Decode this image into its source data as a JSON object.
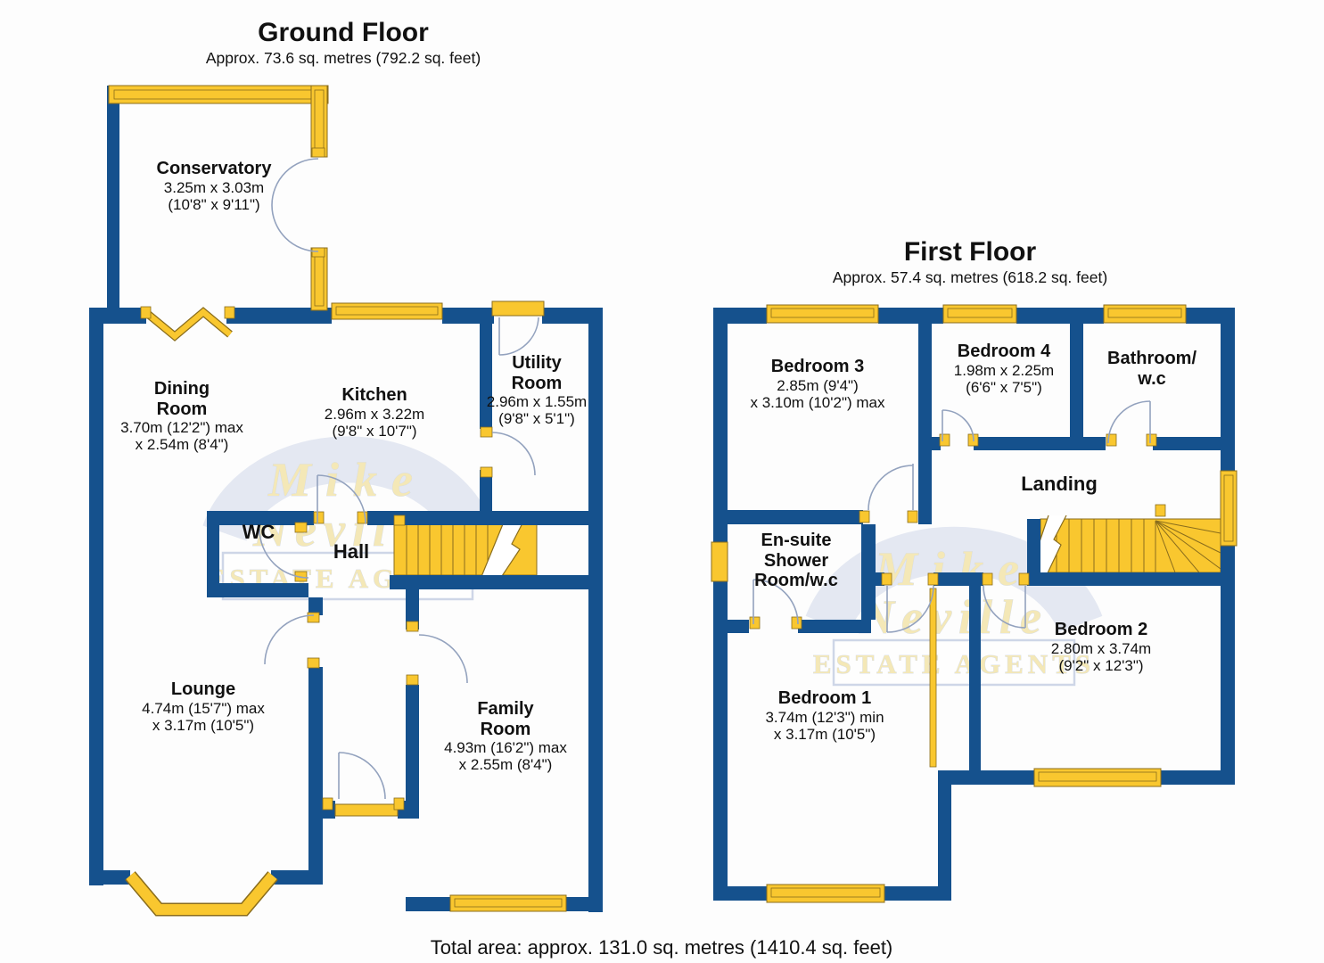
{
  "footer": {
    "total_area": "Total area: approx. 131.0 sq. metres (1410.4 sq. feet)"
  },
  "watermark": {
    "line1": "Mike",
    "line2": "Neville",
    "banner": "ESTATE AGENTS"
  },
  "colors": {
    "wall_blue": "#15518D",
    "feature_yellow": "#F9C72F",
    "feature_outline": "#8A6D1C",
    "door_arc": "#93A2BE",
    "watermark_band": "#CCD5E8",
    "watermark_text": "#F2E3A6"
  },
  "ground_floor": {
    "title": "Ground Floor",
    "subtitle": "Approx. 73.6 sq. metres (792.2 sq. feet)",
    "rooms": {
      "conservatory": {
        "name_lines": [
          "Conservatory"
        ],
        "dim_lines": [
          "3.25m x 3.03m",
          "(10'8\" x 9'11\")"
        ]
      },
      "dining_room": {
        "name_lines": [
          "Dining",
          "Room"
        ],
        "dim_lines": [
          "3.70m (12'2\") max",
          "x 2.54m (8'4\")"
        ]
      },
      "kitchen": {
        "name_lines": [
          "Kitchen"
        ],
        "dim_lines": [
          "2.96m x 3.22m",
          "(9'8\" x 10'7\")"
        ]
      },
      "utility_room": {
        "name_lines": [
          "Utility",
          "Room"
        ],
        "dim_lines": [
          "2.96m x 1.55m",
          "(9'8\" x 5'1\")"
        ]
      },
      "wc": {
        "name_lines": [
          "WC"
        ],
        "dim_lines": []
      },
      "hall": {
        "name_lines": [
          "Hall"
        ],
        "dim_lines": []
      },
      "lounge": {
        "name_lines": [
          "Lounge"
        ],
        "dim_lines": [
          "4.74m (15'7\") max",
          "x 3.17m (10'5\")"
        ]
      },
      "family_room": {
        "name_lines": [
          "Family",
          "Room"
        ],
        "dim_lines": [
          "4.93m (16'2\") max",
          "x 2.55m (8'4\")"
        ]
      }
    }
  },
  "first_floor": {
    "title": "First Floor",
    "subtitle": "Approx. 57.4 sq. metres (618.2 sq. feet)",
    "rooms": {
      "bedroom_3": {
        "name_lines": [
          "Bedroom 3"
        ],
        "dim_lines": [
          "2.85m (9'4\")",
          "x 3.10m (10'2\") max"
        ]
      },
      "bedroom_4": {
        "name_lines": [
          "Bedroom 4"
        ],
        "dim_lines": [
          "1.98m x 2.25m",
          "(6'6\" x 7'5\")"
        ]
      },
      "bathroom": {
        "name_lines": [
          "Bathroom/",
          "w.c"
        ],
        "dim_lines": []
      },
      "landing": {
        "name_lines": [
          "Landing"
        ],
        "dim_lines": []
      },
      "ensuite": {
        "name_lines": [
          "En-suite",
          "Shower",
          "Room/w.c"
        ],
        "dim_lines": []
      },
      "bedroom_1": {
        "name_lines": [
          "Bedroom 1"
        ],
        "dim_lines": [
          "3.74m (12'3\") min",
          "x 3.17m (10'5\")"
        ]
      },
      "bedroom_2": {
        "name_lines": [
          "Bedroom 2"
        ],
        "dim_lines": [
          "2.80m x 3.74m",
          "(9'2\" x 12'3\")"
        ]
      }
    }
  }
}
